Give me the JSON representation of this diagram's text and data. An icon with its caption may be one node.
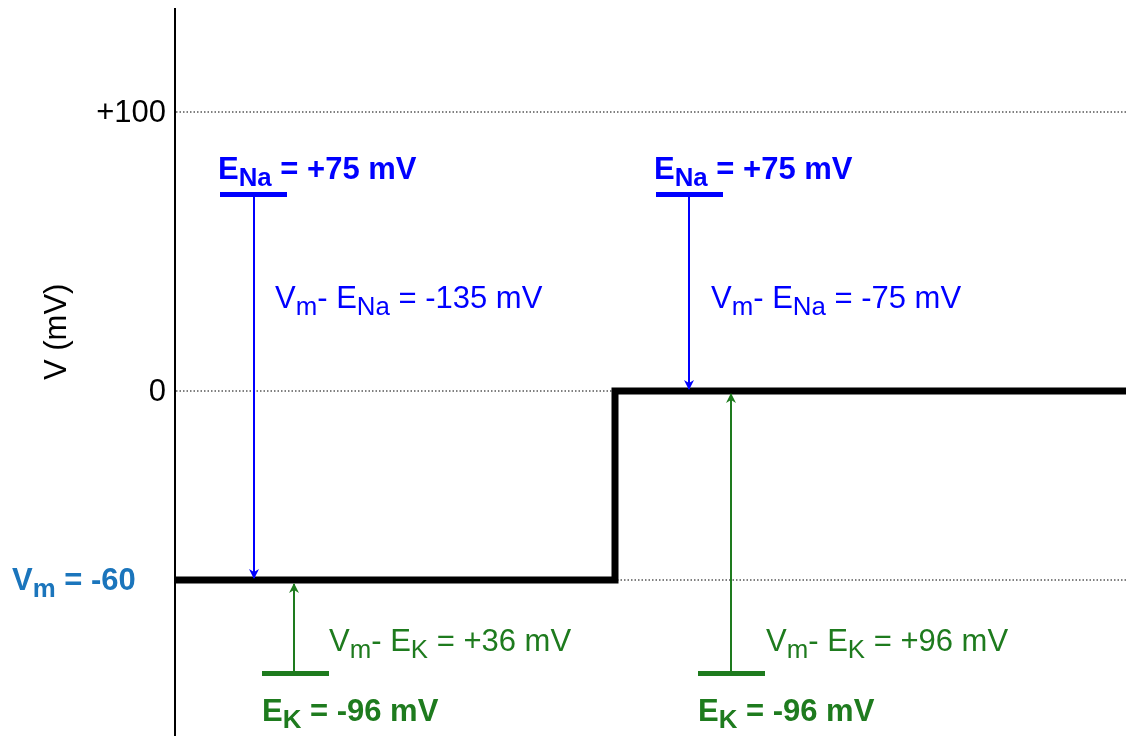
{
  "diagram": {
    "nodes": [
      {
        "text": [
          "E$_{Na}$ = +75 mV"
        ]
      },
      {
        "text": [
          "E$_{Na}$ = +75 mV"
        ]
      },
      {
        "text": [
          "E$_{K}$ = -96 mV"
        ]
      },
      {
        "text": [
          "E$_{K}$ = -96 mV"
        ]
      }
    ],
    "edges": [
      {
        "from": 0,
        "to": null,
        "arrow": "to",
        "label": "V$_{m}$- E$_{Na}$ = -135 mV",
        "color": "#0000ff"
      },
      {
        "from": 1,
        "to": null,
        "arrow": "to",
        "label": "V$_{m}$- E$_{Na}$ = -75 mV",
        "color": "#0000ff"
      },
      {
        "from": 2,
        "to": null,
        "arrow": "to",
        "label": "V$_{m}$- E$_{K}$ = +36 mV",
        "color": "#1e7b1e"
      },
      {
        "from": 3,
        "to": null,
        "arrow": "to",
        "label": "V$_{m}$- E$_{K}$ = +96 mV",
        "color": "#1e7b1e"
      }
    ],
    "labels": [
      "+100",
      "0",
      "V (mV)",
      "V$_{m}$ = -60"
    ]
  }
}
